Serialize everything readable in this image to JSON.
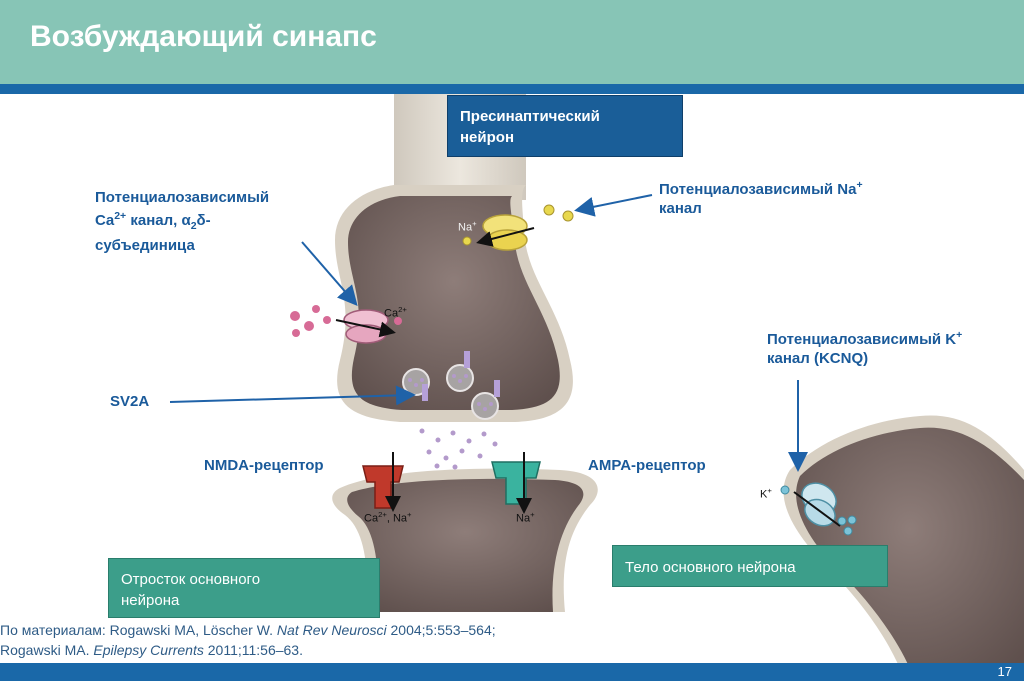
{
  "title": "Возбуждающий синапс",
  "labels": {
    "presynaptic": "Пресинаптический нейрон",
    "ca_channel_line1": "Потенциалозависимый",
    "ca_channel_ion": "Ca",
    "ca_channel_charge": "2+",
    "ca_channel_line2": " канал, α",
    "ca_channel_subscript": "2",
    "ca_channel_delta": "δ-",
    "ca_channel_line3": "субъединица",
    "na_channel_line1": "Потенциалозависимый Na",
    "na_channel_charge": "+",
    "na_channel_line2": "канал",
    "sv2a": "SV2A",
    "nmda": "NMDA-рецептор",
    "ampa": "AMPA-рецептор",
    "k_channel_line1": "Потенциалозависимый K",
    "k_channel_charge": "+",
    "k_channel_line2": "канал (KCNQ)",
    "dendrite": "Отросток основного нейрона",
    "soma": "Тело основного нейрона"
  },
  "ion_labels": {
    "na": "Na",
    "na_charge": "+",
    "ca": "Ca",
    "ca_charge": "2+",
    "nmda_ions": "Ca",
    "nmda_ions_charge": "2+",
    "nmda_ions_tail": ", Na",
    "nmda_ions_tail_charge": "+",
    "ampa_ion": "Na",
    "ampa_ion_charge": "+",
    "k": "K",
    "k_charge": "+"
  },
  "source": {
    "line1_prefix": "По материалам: Rogawski MA, Löscher W. ",
    "line1_journal": "Nat Rev Neurosci",
    "line1_suffix": " 2004;5:553–564;",
    "line2_prefix": "Rogawski MA. ",
    "line2_journal": "Epilepsy Currents",
    "line2_suffix": " 2011;11:56–63."
  },
  "page_number": "17",
  "colors": {
    "header": "#87c5b6",
    "accent_blue": "#1a68a8",
    "label_blue": "#1a5a9a",
    "box_blue": "#1a5e98",
    "box_teal": "#3c9e8a",
    "neuron_fill": "#7b6a66",
    "neuron_outline": "#d9d2c4"
  }
}
